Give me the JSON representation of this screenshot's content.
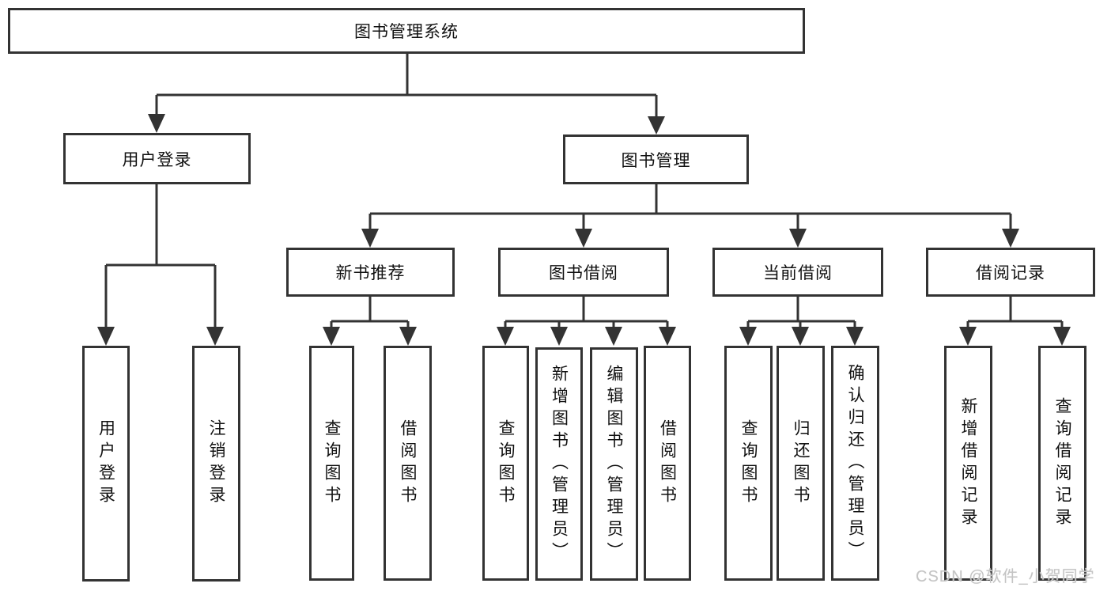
{
  "colors": {
    "line": "#333333",
    "text": "#111111",
    "box_background": "#ffffff",
    "watermark": "#c4c4c4",
    "background": "#ffffff"
  },
  "watermark": {
    "text": "CSDN @软件_小贺同学"
  },
  "tree": {
    "root": {
      "label": "图书管理系统",
      "children": [
        {
          "label": "用户登录",
          "children": [
            {
              "label": "用户登录"
            },
            {
              "label": "注销登录"
            }
          ]
        },
        {
          "label": "图书管理",
          "children": [
            {
              "label": "新书推荐",
              "children": [
                {
                  "label": "查询图书"
                },
                {
                  "label": "借阅图书"
                }
              ]
            },
            {
              "label": "图书借阅",
              "children": [
                {
                  "label": "查询图书"
                },
                {
                  "label": "新增图书（管理员）"
                },
                {
                  "label": "编辑图书（管理员）"
                },
                {
                  "label": "借阅图书"
                }
              ]
            },
            {
              "label": "当前借阅",
              "children": [
                {
                  "label": "查询图书"
                },
                {
                  "label": "归还图书"
                },
                {
                  "label": "确认归还（管理员）"
                }
              ]
            },
            {
              "label": "借阅记录",
              "children": [
                {
                  "label": "新增借阅记录"
                },
                {
                  "label": "查询借阅记录"
                }
              ]
            }
          ]
        }
      ]
    }
  }
}
